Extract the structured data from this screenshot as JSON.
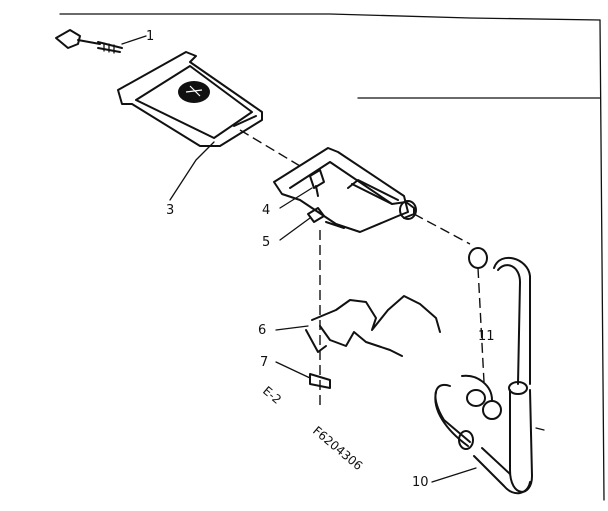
{
  "diagram": {
    "callouts": {
      "c1": "1",
      "c3": "3",
      "c4": "4",
      "c5": "5",
      "c6": "6",
      "c7": "7",
      "c10": "10",
      "c11": "11"
    },
    "view_label": "E-2",
    "part_code": "F6204306"
  }
}
